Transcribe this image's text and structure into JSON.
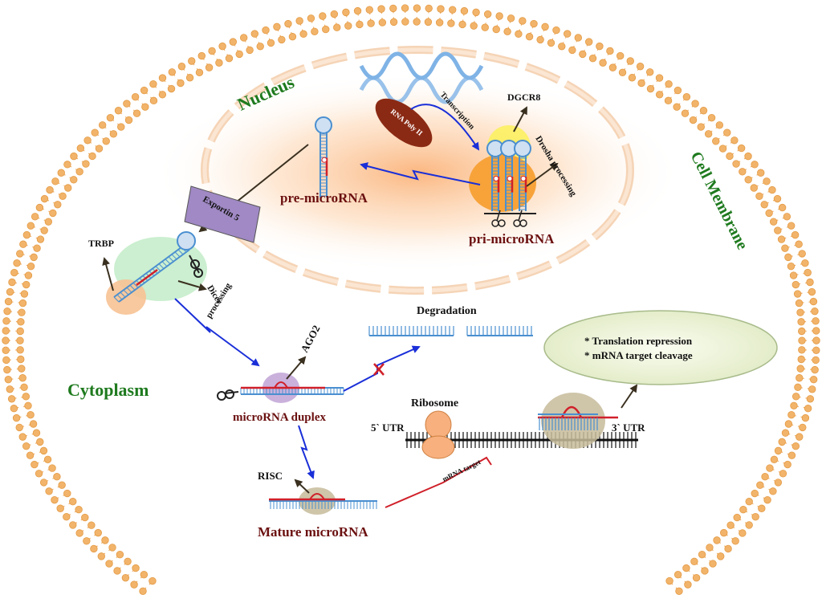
{
  "labels": {
    "nucleus": "Nucleus",
    "cell_membrane": "Cell Membrane",
    "cytoplasm": "Cytoplasm",
    "transcription": "Transcription",
    "rna_poly": "RNA Poly II",
    "dgcr8": "DGCR8",
    "drosha": "Drosha processing",
    "pre_mirna": "pre-microRNA",
    "pri_mirna": "pri-microRNA",
    "exportin": "Exportin 5",
    "trbp": "TRBP",
    "dicer": "Dicer",
    "dicer_processing": "processing",
    "ago2": "AGO2",
    "duplex": "microRNA duplex",
    "degradation": "Degradation",
    "ribosome": "Ribosome",
    "utr5": "5` UTR",
    "utr3": "3` UTR",
    "risc": "RISC",
    "mature": "Mature microRNA",
    "mrna_target": "mRNA target",
    "outcome1": "* Translation repression",
    "outcome2": "* mRNA target cleavage"
  },
  "colors": {
    "membrane": "#f2b46a",
    "nucleus_glow": "#fbc58e",
    "strand_blue": "#4a8fd0",
    "strand_red": "#d0202a",
    "arrow_blue": "#1a2fd8",
    "label_green": "#1e7a1e",
    "label_maroon": "#6b1010"
  }
}
